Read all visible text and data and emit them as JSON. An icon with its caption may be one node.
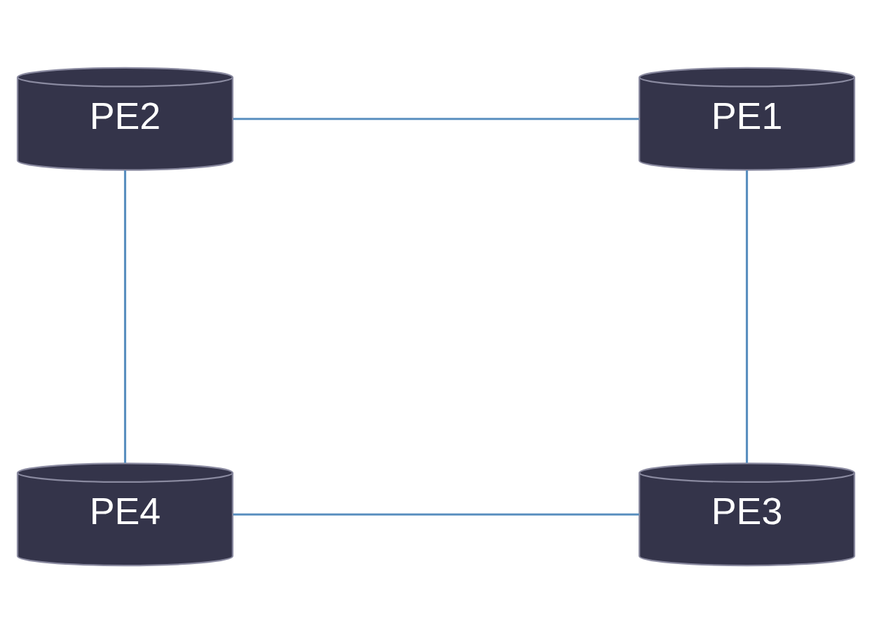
{
  "diagram": {
    "nodes": [
      {
        "text": [
          "PE2"
        ]
      },
      {
        "text": [
          "PE1"
        ]
      },
      {
        "text": [
          "PE4"
        ]
      },
      {
        "text": [
          "PE3"
        ]
      }
    ],
    "edges": [
      {
        "from": 0,
        "to": 1,
        "arrow": "none"
      },
      {
        "from": 0,
        "to": 2,
        "arrow": "none"
      },
      {
        "from": 1,
        "to": 3,
        "arrow": "none"
      },
      {
        "from": 2,
        "to": 3,
        "arrow": "none"
      }
    ]
  }
}
